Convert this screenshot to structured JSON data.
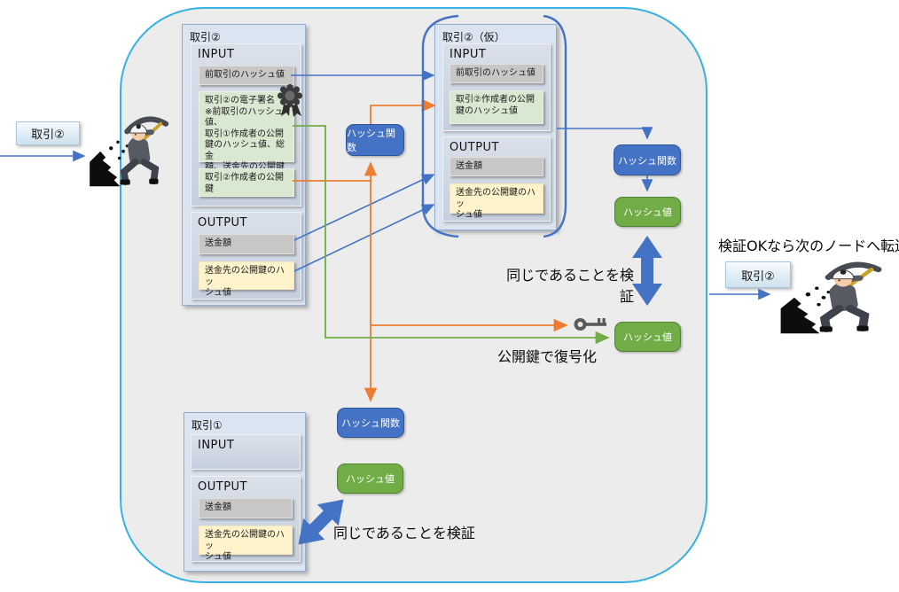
{
  "diagram": {
    "external_input_label": "取引②",
    "external_output_label": "取引②",
    "forward_note": "検証OKなら次のノードへ転送",
    "verify_note_top": "同じであることを検証",
    "verify_note_bottom": "同じであることを検証",
    "decrypt_note": "公開鍵で復号化"
  },
  "tx2": {
    "title": "取引②",
    "input_label": "INPUT",
    "prev_hash": "前取引のハッシュ値",
    "signature": "取引②の電子署名\n※前取引のハッシュ値、\n取引①作成者の公開\n鍵のハッシュ値、総金\n額、送金先の公開鍵\nのハッシュ値",
    "creator_pubkey": "取引②作成者の公開\n鍵",
    "output_label": "OUTPUT",
    "amount": "送金額",
    "dest_pubkey_hash": "送金先の公開鍵のハッ\nシュ値"
  },
  "tx2_tentative": {
    "title": "取引②（仮）",
    "input_label": "INPUT",
    "prev_hash": "前取引のハッシュ値",
    "creator_pubkey_hash": "取引②作成者の公開\n鍵のハッシュ値",
    "output_label": "OUTPUT",
    "amount": "送金額",
    "dest_pubkey_hash": "送金先の公開鍵のハッ\nシュ値"
  },
  "tx1": {
    "title": "取引①",
    "input_label": "INPUT",
    "output_label": "OUTPUT",
    "amount": "送金額",
    "dest_pubkey_hash": "送金先の公開鍵のハッ\nシュ値"
  },
  "nodes": {
    "hash_fn_top": "ハッシュ関数",
    "hash_fn_right": "ハッシュ関数",
    "hash_fn_bottom": "ハッシュ関数",
    "hash_val_right": "ハッシュ値",
    "hash_val_decrypt": "ハッシュ値",
    "hash_val_bottom": "ハッシュ値"
  },
  "colors": {
    "frame_border": "#35B1E3",
    "connector_blue": "#4472C4",
    "connector_orange": "#ED7D31",
    "connector_green": "#70AD47",
    "hash_fn_fill": "#4472C4",
    "hash_val_fill": "#70AD47"
  }
}
